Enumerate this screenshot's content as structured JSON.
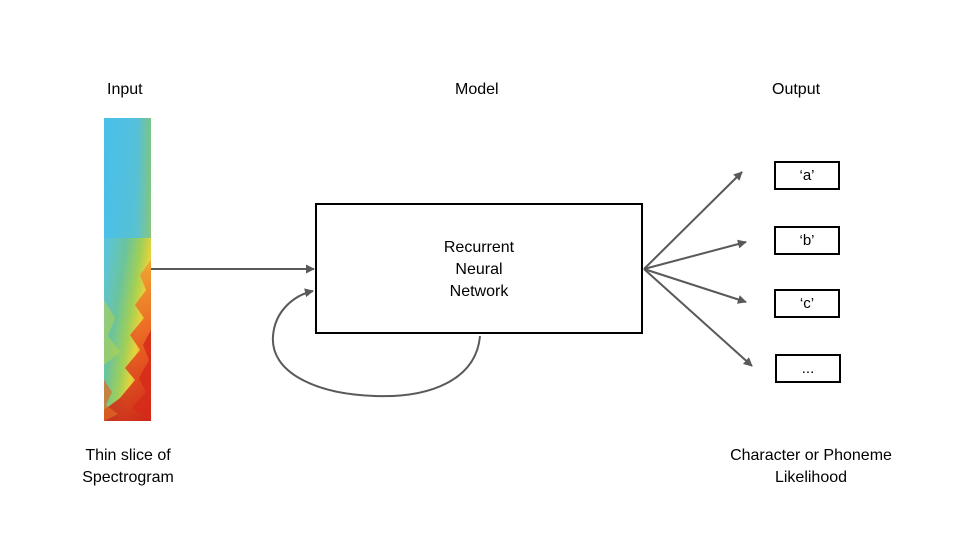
{
  "headers": {
    "input": "Input",
    "model": "Model",
    "output": "Output"
  },
  "model": {
    "line1": "Recurrent",
    "line2": "Neural",
    "line3": "Network"
  },
  "outputs": [
    "‘a’",
    "‘b’",
    "‘c’",
    "..."
  ],
  "captions": {
    "input_line1": "Thin slice of",
    "input_line2": "Spectrogram",
    "output_line1": "Character or Phoneme",
    "output_line2": "Likelihood"
  },
  "colors": {
    "arrow": "#595959",
    "box_border": "#000000",
    "spectrogram_low": "#4dbfe6",
    "spectrogram_high": "#d93a1c"
  }
}
